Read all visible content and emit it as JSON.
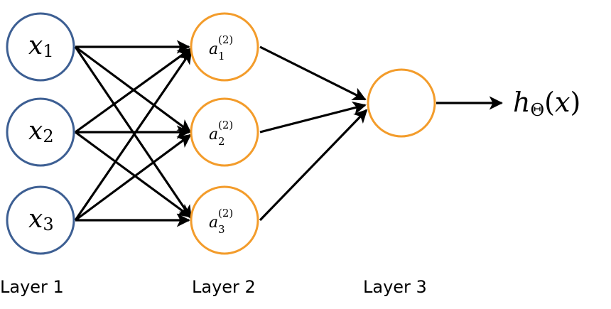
{
  "input_nodes": [
    {
      "var": "x",
      "sub": "1"
    },
    {
      "var": "x",
      "sub": "2"
    },
    {
      "var": "x",
      "sub": "3"
    }
  ],
  "hidden_nodes": [
    {
      "var": "a",
      "sub": "1",
      "sup": "(2)"
    },
    {
      "var": "a",
      "sub": "2",
      "sup": "(2)"
    },
    {
      "var": "a",
      "sub": "3",
      "sup": "(2)"
    }
  ],
  "output": {
    "func": "h",
    "sub": "Θ",
    "arg_open": "(",
    "arg": "x",
    "arg_close": ")"
  },
  "layers": {
    "layer1": "Layer 1",
    "layer2": "Layer 2",
    "layer3": "Layer 3"
  },
  "colors": {
    "input_stroke": "#3d5f93",
    "hidden_stroke": "#f39c2b",
    "edge": "#000000"
  }
}
